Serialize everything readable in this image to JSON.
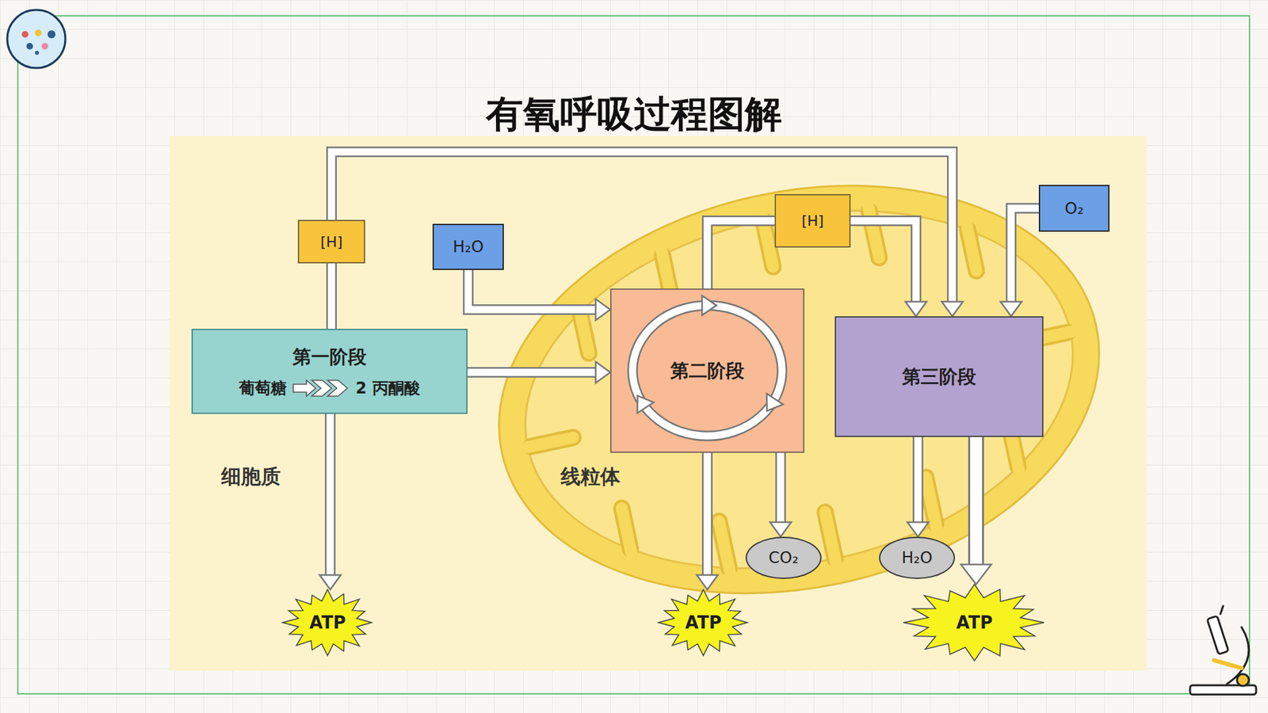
{
  "diagram": {
    "title": "有氧呼吸过程图解",
    "nodes": [
      {
        "text": [
          "[H]"
        ]
      },
      {
        "text": [
          "H₂O"
        ]
      },
      {
        "text": [
          "第一阶段",
          "葡萄糖",
          "2 丙酮酸"
        ]
      },
      {
        "text": [
          "第二阶段"
        ]
      },
      {
        "text": [
          "[H]"
        ]
      },
      {
        "text": [
          "O₂"
        ]
      },
      {
        "text": [
          "第三阶段"
        ]
      },
      {
        "text": [
          "ATP"
        ]
      },
      {
        "text": [
          "ATP"
        ]
      },
      {
        "text": [
          "CO₂"
        ]
      },
      {
        "text": [
          "H₂O"
        ]
      },
      {
        "text": [
          "ATP"
        ]
      }
    ],
    "edges": [
      {
        "from": 2,
        "to": 0,
        "arrow": "none"
      },
      {
        "from": 0,
        "to": 6,
        "arrow": "to"
      },
      {
        "from": 1,
        "to": 3,
        "arrow": "to"
      },
      {
        "from": 2,
        "to": 3,
        "arrow": "to"
      },
      {
        "from": 3,
        "to": 4,
        "arrow": "none"
      },
      {
        "from": 4,
        "to": 6,
        "arrow": "to"
      },
      {
        "from": 5,
        "to": 6,
        "arrow": "to"
      },
      {
        "from": 2,
        "to": 7,
        "arrow": "to"
      },
      {
        "from": 3,
        "to": 8,
        "arrow": "to"
      },
      {
        "from": 3,
        "to": 9,
        "arrow": "to"
      },
      {
        "from": 6,
        "to": 10,
        "arrow": "to"
      },
      {
        "from": 6,
        "to": 11,
        "arrow": "to"
      }
    ],
    "labels": [
      "细胞质",
      "线粒体"
    ]
  }
}
